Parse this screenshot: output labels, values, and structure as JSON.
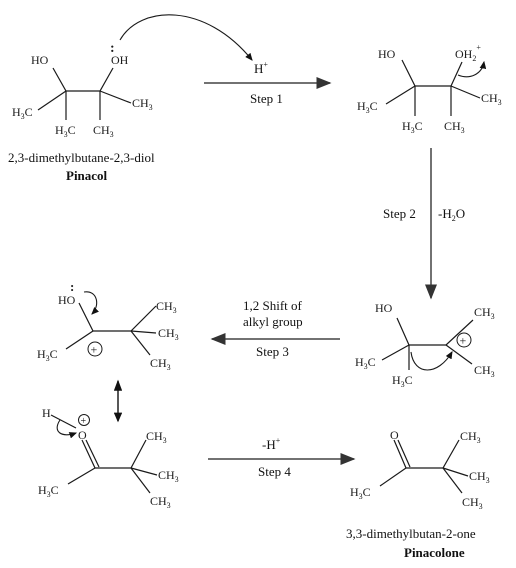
{
  "labels": {
    "HO": "HO",
    "OH": "OH",
    "O": "O",
    "H": "H",
    "C": "C",
    "OH2": "OH",
    "sub2": "2",
    "sub3": "3",
    "plus": "+",
    "circplus": "+",
    "lonepair": ":",
    "H3C": "H",
    "CH3": "CH"
  },
  "captions": {
    "pinacol_iupac": "2,3-dimethylbutane-2,3-diol",
    "pinacol_name": "Pinacol",
    "pinacolone_iupac": "3,3-dimethylbutan-2-one",
    "pinacolone_name": "Pinacolone"
  },
  "steps": {
    "s1_reagent": "H",
    "s1_reagent_sup": "+",
    "s1_label": "Step 1",
    "s2_label": "Step 2",
    "s2_reagent": "-H",
    "s2_reagent_sub": "2",
    "s2_reagent_end": "O",
    "s3_line1": "1,2 Shift of",
    "s3_line2": "alkyl group",
    "s3_label": "Step 3",
    "s4_reagent": "-H",
    "s4_reagent_sup": "+",
    "s4_label": "Step 4"
  }
}
